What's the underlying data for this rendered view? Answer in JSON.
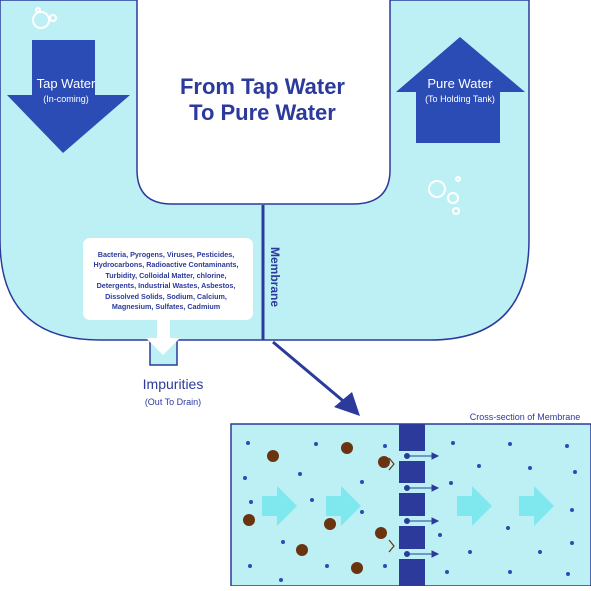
{
  "title_lines": [
    "From Tap Water",
    "To Pure Water"
  ],
  "inlet": {
    "label": "Tap Water",
    "sublabel": "(In-coming)"
  },
  "outlet": {
    "label": "Pure Water",
    "sublabel": "(To Holding Tank)"
  },
  "membrane_label": "Membrane",
  "contaminants": "Bacteria, Pyrogens, Viruses, Pesticides, Hydrocarbons, Radioactive Contaminants, Turbidity, Colloidal Matter, chlorine, Detergents, Industrial Wastes, Asbestos, Dissolved Solids, Sodium, Calcium, Magnesium, Sulfates, Cadmium",
  "drain": {
    "label": "Impurities",
    "sublabel": "(Out To Drain)"
  },
  "cross_section_label": "Cross-section of Membrane",
  "colors": {
    "water": "#bdf0f5",
    "outline": "#2b3a9b",
    "arrow": "#2b4bb5",
    "impurity": "#6b3410",
    "flow_arrow": "#7fe8ee"
  }
}
